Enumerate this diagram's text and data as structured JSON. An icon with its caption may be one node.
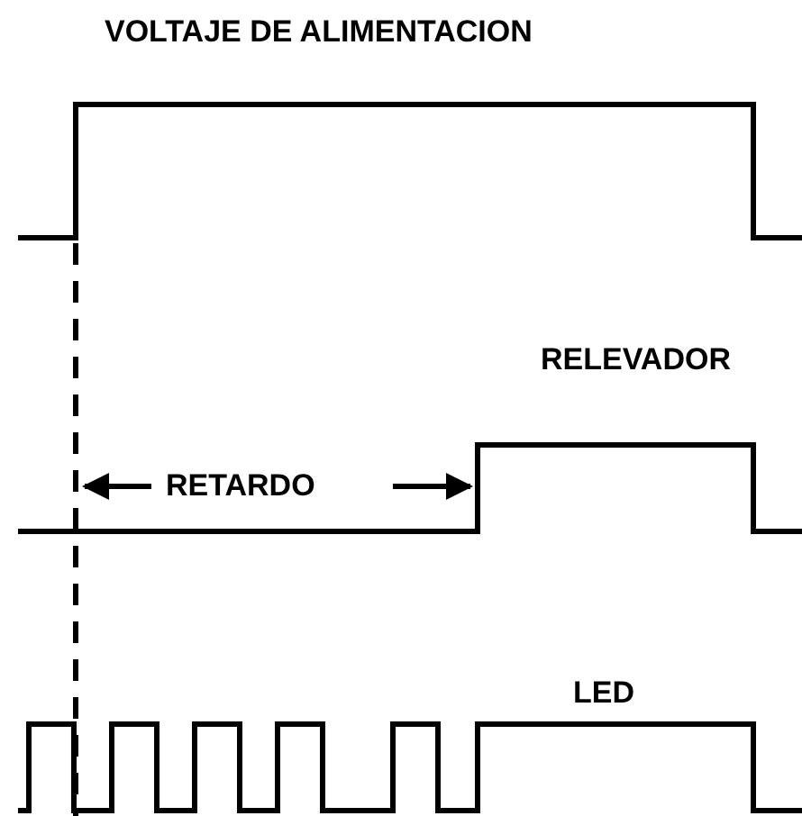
{
  "diagram": {
    "labels": [
      "VOLTAJE DE ALIMENTACION",
      "RELEVADOR",
      "RETARDO",
      "LED"
    ]
  }
}
